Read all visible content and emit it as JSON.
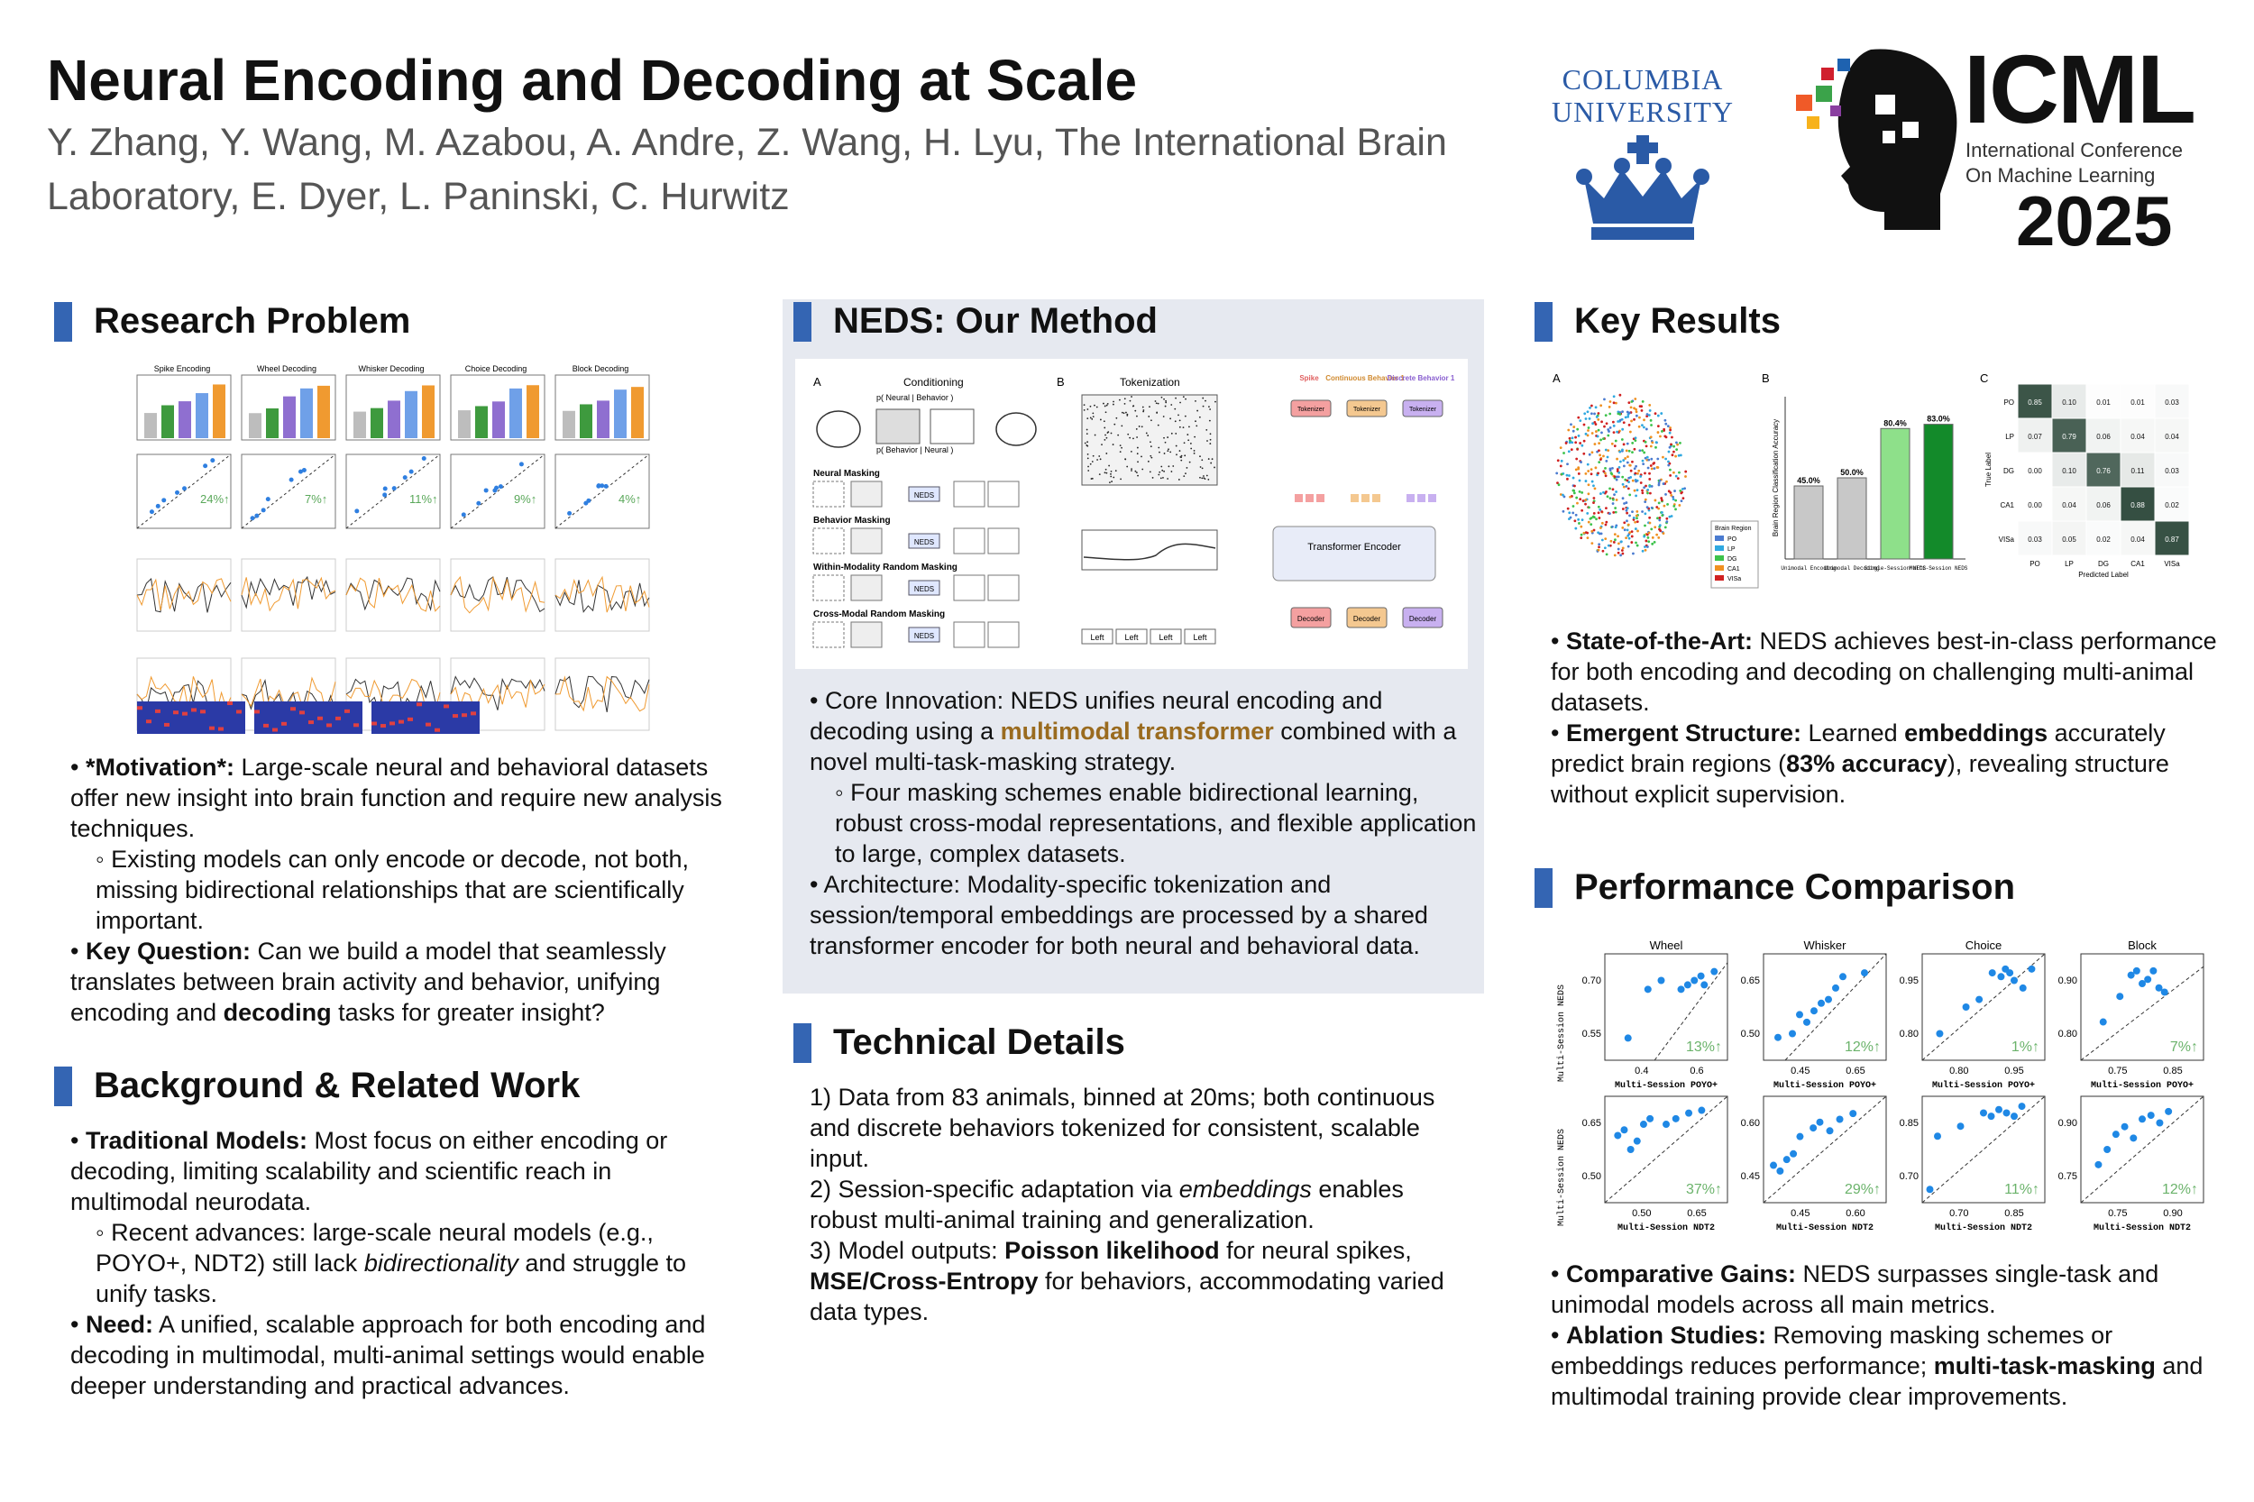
{
  "header": {
    "title": "Neural Encoding and Decoding at Scale",
    "authors": "Y. Zhang, Y. Wang, M. Azabou, A. Andre, Z. Wang, H. Lyu, The International Brain Laboratory, E. Dyer, L. Paninski, C. Hurwitz"
  },
  "logos": {
    "columbia_line1": "COLUMBIA",
    "columbia_line2": "UNIVERSITY",
    "icml_word": "ICML",
    "icml_sub1": "International Conference",
    "icml_sub2": "On Machine Learning",
    "icml_year": "2025"
  },
  "colors": {
    "accent": "#3465b3",
    "method_bg": "#e6e9f0",
    "highlight": "#9a6b1f",
    "columbia": "#2a5aa6"
  },
  "research_problem": {
    "heading": "Research Problem",
    "fig_panels": [
      "Spike Encoding",
      "Wheel Decoding",
      "Whisker Decoding",
      "Choice Decoding",
      "Block Decoding"
    ],
    "fig_gains": [
      "24%↑",
      "7%↑",
      "11%↑",
      "9%↑",
      "4%↑"
    ],
    "b1_label": "*Motivation*:",
    "b1_text": " Large-scale neural and behavioral datasets offer new insight into brain function and require new analysis techniques.",
    "b1_sub": "◦ Existing models can only encode or decode, not both, missing bidirectional relationships that are scientifically important.",
    "b2_label": "Key Question:",
    "b2_text": " Can we build a model that seamlessly translates between brain activity and behavior, unifying encoding and ",
    "b2_bold": "decoding",
    "b2_tail": " tasks for greater insight?"
  },
  "background": {
    "heading": "Background & Related Work",
    "b1_label": "Traditional Models:",
    "b1_text": " Most focus on either encoding or decoding, limiting scalability and scientific reach in multimodal neurodata.",
    "b1_sub_a": "◦ Recent advances: large-scale neural models (e.g., POYO+, NDT2) still lack ",
    "b1_sub_em": "bidirectionality",
    "b1_sub_b": " and struggle to unify tasks.",
    "b2_label": "Need:",
    "b2_text": " A unified, scalable approach for both encoding and decoding in multimodal, multi-animal settings would enable deeper understanding and practical advances."
  },
  "method": {
    "heading": "NEDS: Our Method",
    "fig_a_title": "Conditioning",
    "fig_a_p1": "p( Neural | Behavior )",
    "fig_a_p2": "p( Behavior | Neural )",
    "fig_rows": [
      "Neural Masking",
      "Behavior Masking",
      "Within-Modality Random Masking",
      "Cross-Modal Random Masking"
    ],
    "fig_neds": "NEDS",
    "fig_b_title": "Tokenization",
    "fig_b_cols": [
      "Spike",
      "Continuous Behavior 1",
      "Discrete Behavior 1"
    ],
    "fig_tokenizer": "Tokenizer",
    "fig_encoder": "Transformer Encoder",
    "fig_decoder": "Decoder",
    "fig_left": "Left",
    "fig_panel_a": "A",
    "fig_panel_b": "B",
    "b1_text": "• Core Innovation: NEDS unifies neural encoding and decoding using a ",
    "b1_hl": "multimodal transformer",
    "b1_tail": " combined with a novel multi-task-masking strategy.",
    "b1_sub": "◦ Four masking schemes enable bidirectional learning, robust cross-modal representations, and flexible application to large, complex datasets.",
    "b2_text": "• Architecture: Modality-specific tokenization and session/temporal embeddings are processed by a shared transformer encoder for both neural and behavioral data."
  },
  "technical": {
    "heading": "Technical Details",
    "l1": "1) Data from 83 animals, binned at 20ms; both continuous and discrete behaviors tokenized for consistent, scalable input.",
    "l2_a": "2) Session-specific adaptation via ",
    "l2_em": "embeddings",
    "l2_b": " enables robust multi-animal training and generalization.",
    "l3_a": "3) Model outputs: ",
    "l3_b1": "Poisson likelihood",
    "l3_m": " for neural spikes, ",
    "l3_b2": "MSE/Cross-Entropy",
    "l3_t": " for behaviors, accommodating varied data types."
  },
  "key_results": {
    "heading": "Key Results",
    "fig_a": "A",
    "fig_b": "B",
    "fig_c": "C",
    "legend_title": "Brain Region",
    "regions": [
      "PO",
      "LP",
      "DG",
      "CA1",
      "VISa"
    ],
    "region_colors": [
      "#4a7bd0",
      "#2fa8e0",
      "#3cc24a",
      "#f09020",
      "#d02020"
    ],
    "bar_ylabel": "Brain Region Classification Accuracy",
    "bar_categories": [
      "Unimodal Encoding",
      "Unimodal Decoding",
      "Single-Session NEDS",
      "Multi-Session NEDS"
    ],
    "bar_labels": [
      "45.0%",
      "50.0%",
      "80.4%",
      "83.0%"
    ],
    "bar_values": [
      45.0,
      50.0,
      80.4,
      83.0
    ],
    "bar_colors": [
      "#c8c8c8",
      "#c8c8c8",
      "#8ee08a",
      "#138a2a"
    ],
    "cm_values": [
      [
        0.85,
        0.1,
        0.01,
        0.01,
        0.03
      ],
      [
        0.07,
        0.79,
        0.06,
        0.04,
        0.04
      ],
      [
        0.0,
        0.1,
        0.76,
        0.11,
        0.03
      ],
      [
        0.0,
        0.04,
        0.06,
        0.88,
        0.02
      ],
      [
        0.03,
        0.05,
        0.02,
        0.04,
        0.87
      ]
    ],
    "cm_xlabel": "Predicted Label",
    "cm_ylabel": "True Label",
    "b1_label": "State-of-the-Art:",
    "b1_text": " NEDS achieves best-in-class performance for both encoding and decoding on challenging multi-animal datasets.",
    "b2_label": "Emergent Structure:",
    "b2_a": " Learned ",
    "b2_b1": "embeddings",
    "b2_c": " accurately predict brain regions (",
    "b2_b2": "83% accuracy",
    "b2_d": "), revealing structure without explicit supervision."
  },
  "performance": {
    "heading": "Performance Comparison",
    "b1_label": "Comparative Gains:",
    "b1_text": " NEDS surpasses single-task and unimodal models across all main metrics.",
    "b2_label": "Ablation Studies:",
    "b2_a": " Removing masking schemes or embeddings reduces performance; ",
    "b2_b": "multi-task-masking",
    "b2_c": " and multimodal training provide clear improvements.",
    "ylabel": "Multi-Session NEDS"
  },
  "chart_data": [
    {
      "type": "scatter",
      "title": "Wheel",
      "xlabel": "Multi-Session POYO+",
      "xticks": [
        "0.4",
        "0.6"
      ],
      "yticks": [
        "0.70",
        "0.55"
      ],
      "xlim": [
        0.35,
        0.72
      ],
      "ylim": [
        0.5,
        0.74
      ],
      "annotation": "13%↑",
      "x": [
        0.42,
        0.48,
        0.52,
        0.58,
        0.6,
        0.62,
        0.64,
        0.65,
        0.68
      ],
      "y": [
        0.55,
        0.66,
        0.68,
        0.66,
        0.67,
        0.68,
        0.69,
        0.67,
        0.7
      ]
    },
    {
      "type": "scatter",
      "title": "Whisker",
      "xlabel": "Multi-Session POYO+",
      "xticks": [
        "0.45",
        "0.65"
      ],
      "yticks": [
        "0.65",
        "0.50"
      ],
      "xlim": [
        0.38,
        0.72
      ],
      "ylim": [
        0.44,
        0.72
      ],
      "annotation": "12%↑",
      "x": [
        0.42,
        0.46,
        0.48,
        0.5,
        0.52,
        0.54,
        0.56,
        0.58,
        0.6,
        0.66
      ],
      "y": [
        0.5,
        0.51,
        0.56,
        0.54,
        0.57,
        0.59,
        0.6,
        0.63,
        0.66,
        0.67
      ]
    },
    {
      "type": "scatter",
      "title": "Choice",
      "xlabel": "Multi-Session POYO+",
      "xticks": [
        "0.80",
        "0.95"
      ],
      "yticks": [
        "0.95",
        "0.80"
      ],
      "xlim": [
        0.72,
        1.0
      ],
      "ylim": [
        0.72,
        1.0
      ],
      "annotation": "1%↑",
      "x": [
        0.76,
        0.82,
        0.85,
        0.88,
        0.9,
        0.91,
        0.92,
        0.93,
        0.95,
        0.97
      ],
      "y": [
        0.79,
        0.86,
        0.88,
        0.95,
        0.94,
        0.96,
        0.95,
        0.93,
        0.91,
        0.96
      ]
    },
    {
      "type": "scatter",
      "title": "Block",
      "xlabel": "Multi-Session POYO+",
      "xticks": [
        "0.75",
        "0.85"
      ],
      "yticks": [
        "0.90",
        "0.80"
      ],
      "xlim": [
        0.7,
        0.92
      ],
      "ylim": [
        0.7,
        0.95
      ],
      "annotation": "7%↑",
      "x": [
        0.74,
        0.77,
        0.79,
        0.8,
        0.81,
        0.82,
        0.83,
        0.84,
        0.85
      ],
      "y": [
        0.79,
        0.85,
        0.9,
        0.91,
        0.88,
        0.89,
        0.91,
        0.87,
        0.86
      ]
    },
    {
      "type": "scatter",
      "title": "",
      "xlabel": "Multi-Session NDT2",
      "xticks": [
        "0.50",
        "0.65"
      ],
      "yticks": [
        "0.65",
        "0.50"
      ],
      "xlim": [
        0.36,
        0.74
      ],
      "ylim": [
        0.36,
        0.74
      ],
      "annotation": "37%↑",
      "x": [
        0.4,
        0.42,
        0.44,
        0.46,
        0.48,
        0.5,
        0.55,
        0.58,
        0.62,
        0.66
      ],
      "y": [
        0.6,
        0.62,
        0.55,
        0.58,
        0.64,
        0.66,
        0.64,
        0.66,
        0.68,
        0.69
      ]
    },
    {
      "type": "scatter",
      "title": "",
      "xlabel": "Multi-Session NDT2",
      "xticks": [
        "0.45",
        "0.60"
      ],
      "yticks": [
        "0.60",
        "0.45"
      ],
      "xlim": [
        0.35,
        0.72
      ],
      "ylim": [
        0.35,
        0.72
      ],
      "annotation": "29%↑",
      "x": [
        0.38,
        0.4,
        0.42,
        0.44,
        0.46,
        0.5,
        0.52,
        0.55,
        0.58,
        0.62
      ],
      "y": [
        0.48,
        0.46,
        0.5,
        0.52,
        0.58,
        0.61,
        0.63,
        0.6,
        0.64,
        0.66
      ]
    },
    {
      "type": "scatter",
      "title": "",
      "xlabel": "Multi-Session NDT2",
      "xticks": [
        "0.70",
        "0.85"
      ],
      "yticks": [
        "0.85",
        "0.70"
      ],
      "xlim": [
        0.66,
        0.98
      ],
      "ylim": [
        0.66,
        0.98
      ],
      "annotation": "11%↑",
      "x": [
        0.68,
        0.7,
        0.76,
        0.82,
        0.84,
        0.86,
        0.88,
        0.9,
        0.92
      ],
      "y": [
        0.7,
        0.86,
        0.89,
        0.93,
        0.92,
        0.94,
        0.93,
        0.92,
        0.95
      ]
    },
    {
      "type": "scatter",
      "title": "",
      "xlabel": "Multi-Session NDT2",
      "xticks": [
        "0.75",
        "0.90"
      ],
      "yticks": [
        "0.90",
        "0.75"
      ],
      "xlim": [
        0.68,
        0.96
      ],
      "ylim": [
        0.68,
        0.96
      ],
      "annotation": "12%↑",
      "x": [
        0.72,
        0.74,
        0.76,
        0.78,
        0.8,
        0.82,
        0.84,
        0.86,
        0.88
      ],
      "y": [
        0.78,
        0.82,
        0.86,
        0.88,
        0.85,
        0.9,
        0.91,
        0.89,
        0.92
      ]
    }
  ]
}
